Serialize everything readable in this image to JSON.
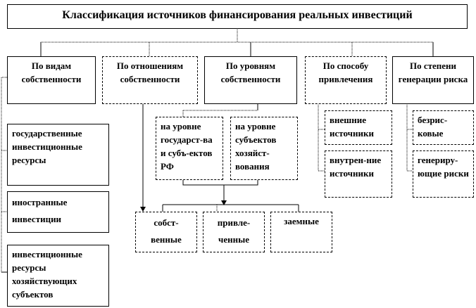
{
  "title": "Классификация источников финансирования реальных инвестиций",
  "categories": [
    {
      "label": "По видам собственности"
    },
    {
      "label": "По отношениям собственности"
    },
    {
      "label": "По уровням собственности"
    },
    {
      "label": "По способу привлечения"
    },
    {
      "label": "По степени генерации риска"
    }
  ],
  "ownership_types": [
    "государственные инвестиционные ресурсы",
    "иностранные инвестиции",
    "инвестиционные ресурсы хозяйствующих субъектов"
  ],
  "ownership_levels": [
    "на уровне государст-ва и субъ-ектов РФ",
    "на уровне субъектов хозяйст-вования"
  ],
  "ownership_relations": [
    "собст-венные",
    "привле-ченные",
    "заемные"
  ],
  "attraction_methods": [
    "внешние источники",
    "внутрен-ние источники"
  ],
  "risk_levels": [
    "безрис-ковые",
    "генериру-ющие риски"
  ]
}
